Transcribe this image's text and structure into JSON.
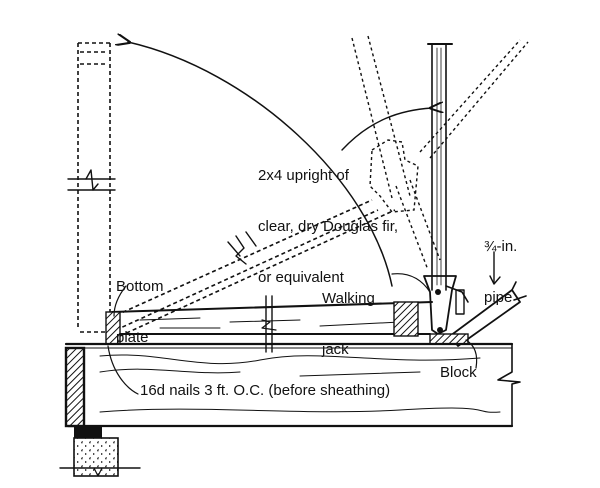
{
  "figure": {
    "description": "Raising a framed wall with walking jacks",
    "labels": {
      "upright": [
        "2x4 upright of",
        "clear, dry Douglas fir,",
        "or equivalent"
      ],
      "bottom_plate": [
        "Bottom",
        "plate"
      ],
      "walking_jack": [
        "Walking",
        "jack"
      ],
      "pipe": [
        "¾-in.",
        "pipe"
      ],
      "block": "Block",
      "nails": "16d nails 3 ft. O.C. (before sheathing)"
    },
    "colors": {
      "ink": "#111111",
      "background": "#ffffff"
    }
  }
}
